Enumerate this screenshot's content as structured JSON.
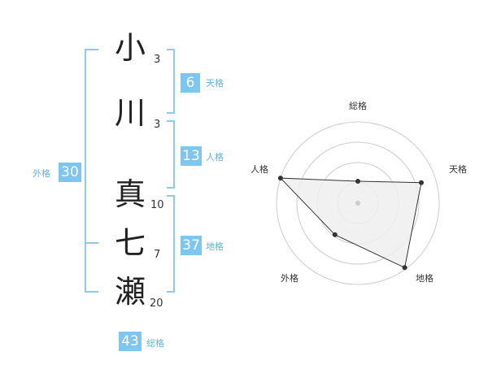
{
  "name": {
    "chars": [
      {
        "char": "小",
        "strokes": "3"
      },
      {
        "char": "川",
        "strokes": "3"
      },
      {
        "char": "真",
        "strokes": "10"
      },
      {
        "char": "七",
        "strokes": "7"
      },
      {
        "char": "瀬",
        "strokes": "20"
      }
    ]
  },
  "fortune": {
    "tenkaku": {
      "value": "6",
      "label": "天格"
    },
    "jinkaku": {
      "value": "13",
      "label": "人格"
    },
    "chikaku": {
      "value": "37",
      "label": "地格"
    },
    "gaikaku": {
      "value": "30",
      "label": "外格"
    },
    "soukaku": {
      "value": "43",
      "label": "総格"
    }
  },
  "radar": {
    "axes": [
      "総格",
      "天格",
      "地格",
      "外格",
      "人格"
    ],
    "values": [
      0.27,
      0.82,
      0.98,
      0.48,
      1.0
    ],
    "rings": 4,
    "colors": {
      "ring": "#cccccc",
      "fill": "#eeeeee",
      "line": "#333333",
      "point": "#333333"
    }
  },
  "colors": {
    "accent": "#7cc6ef",
    "bracket": "#8ccbf0",
    "label": "#5fb4e6"
  }
}
